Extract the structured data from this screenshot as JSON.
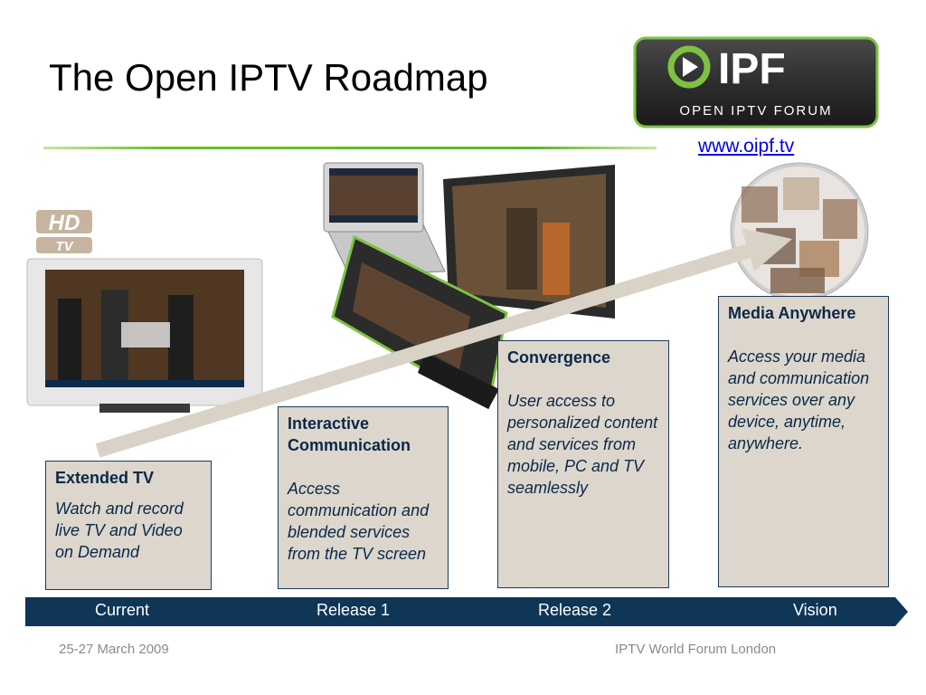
{
  "slide": {
    "title": "The Open IPTV Roadmap",
    "website": "www.oipf.tv",
    "logo": {
      "mark_text": "IPF",
      "tagline": "OPEN IPTV FORUM",
      "colors": {
        "bg": "#2a2a2a",
        "green": "#7dc243"
      }
    },
    "hd_badge": {
      "top": "HD",
      "bottom": "TV"
    }
  },
  "stages": [
    {
      "heading": "Extended TV",
      "body": "Watch and record live TV and Video on Demand"
    },
    {
      "heading": "Interactive Communication",
      "body": "Access communication and blended services from the TV screen"
    },
    {
      "heading": "Convergence",
      "body": "User access to personalized content and services from mobile, PC and TV seamlessly"
    },
    {
      "heading": "Media Anywhere",
      "body": "Access your media and communication services over any device, anytime, anywhere."
    }
  ],
  "timeline": [
    "Current",
    "Release 1",
    "Release 2",
    "Vision"
  ],
  "footer": {
    "date": "25-27 March 2009",
    "event": "IPTV World Forum London"
  },
  "colors": {
    "box_fill": "#dcd6cc",
    "box_border": "#1b3a5b",
    "timeline_fill": "#0f3557",
    "arrow": "#d9d3c7",
    "rule": "#66c02a"
  }
}
